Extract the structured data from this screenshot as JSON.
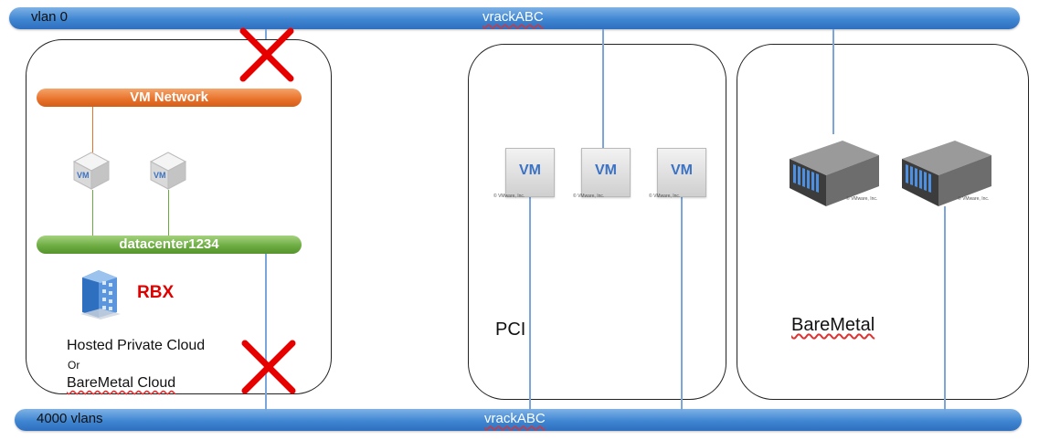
{
  "top_bus": {
    "left_label": "vlan 0",
    "center_label": "vrackABC"
  },
  "bottom_bus": {
    "left_label": "4000 vlans",
    "center_label": "vrackABC"
  },
  "left_panel": {
    "vm_network_label": "VM Network",
    "datacenter_label": "datacenter1234",
    "site_label": "RBX",
    "line1": "Hosted Private Cloud",
    "line2": "Or",
    "line3": "BareMetal Cloud",
    "vm_label": "VM"
  },
  "pci_panel": {
    "title": "PCI",
    "vm_label": "VM",
    "copyright": "© VMware, Inc."
  },
  "baremetal_panel": {
    "title": "BareMetal",
    "copyright": "© VMware, Inc."
  },
  "colors": {
    "bus": "#4a8fd6",
    "vm_network": "#e8712a",
    "datacenter": "#6aaa3f",
    "site": "#e00000",
    "blocked_mark": "#e60000"
  }
}
